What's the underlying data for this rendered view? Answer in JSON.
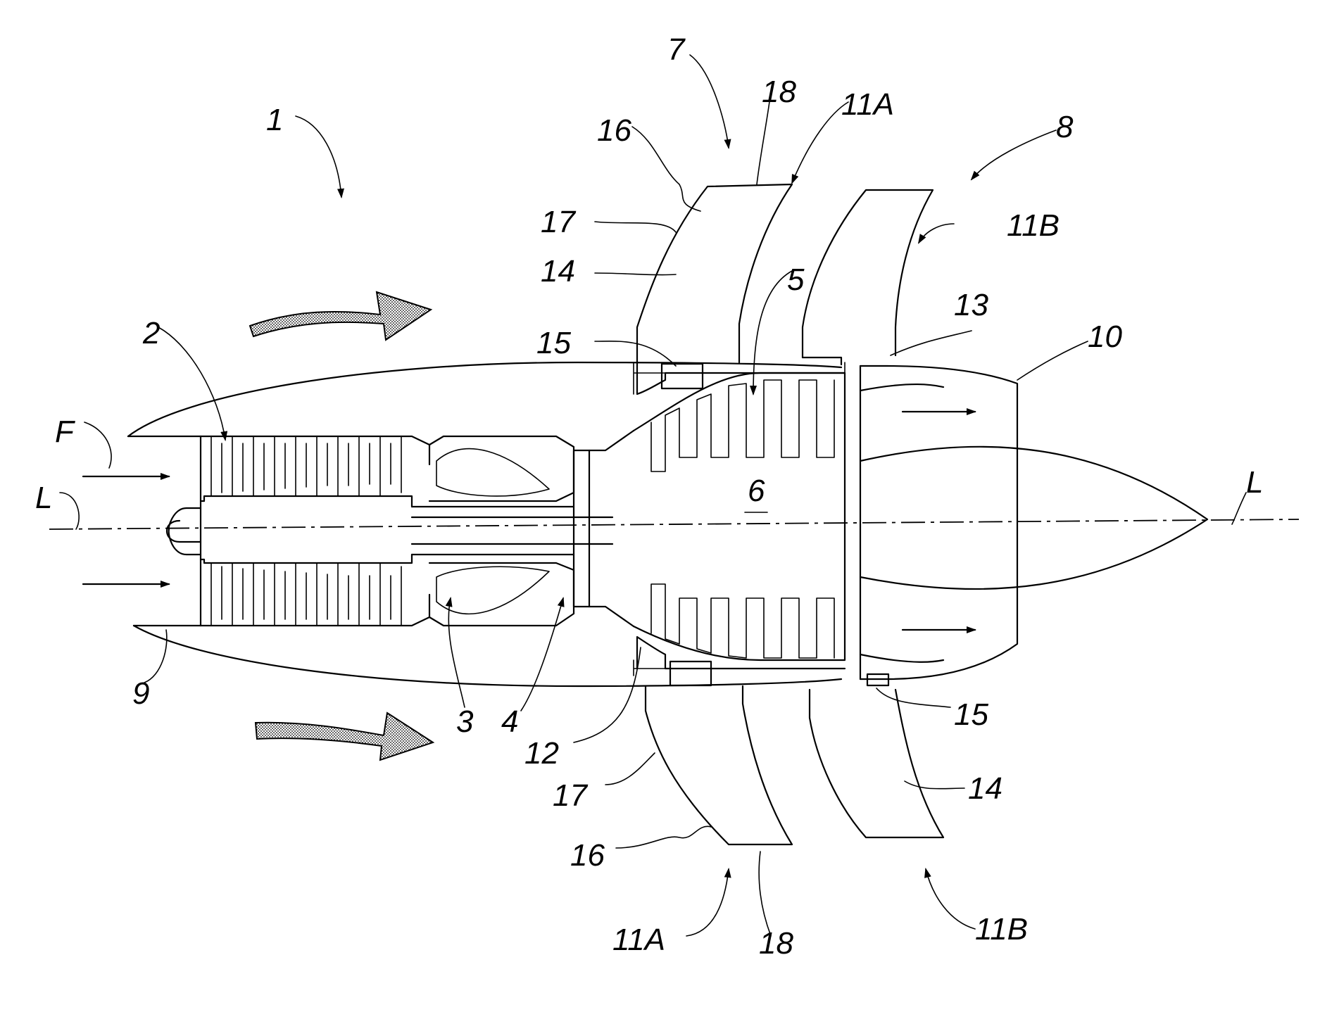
{
  "labels": {
    "l1": "1",
    "l2": "2",
    "l3": "3",
    "l4": "4",
    "l5": "5",
    "l6": "6",
    "l7": "7",
    "l8": "8",
    "l9": "9",
    "l10": "10",
    "l11A_top": "11A",
    "l11B_top": "11B",
    "l11A_bottom": "11A",
    "l11B_bottom": "11B",
    "l12": "12",
    "l13": "13",
    "l14_top": "14",
    "l14_bottom": "14",
    "l15_top": "15",
    "l15_bottom": "15",
    "l16_top": "16",
    "l16_bottom": "16",
    "l17_top": "17",
    "l17_bottom": "17",
    "l18_top": "18",
    "l18_bottom": "18",
    "lF": "F",
    "lL_left": "L",
    "lL_right": "L"
  }
}
